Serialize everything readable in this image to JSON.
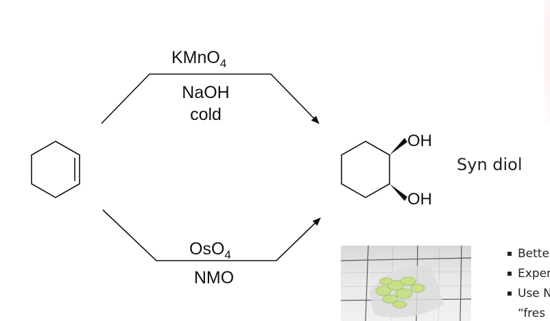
{
  "reaction": {
    "upper_reagents": {
      "line1_base": "KMnO",
      "line1_sub": "4",
      "line2": "NaOH",
      "line3": "cold"
    },
    "lower_reagents": {
      "line1_base": "OsO",
      "line1_sub": "4",
      "line2": "NMO"
    },
    "product": {
      "group_top": "OH",
      "group_bottom": "OH",
      "label": "Syn diol"
    }
  },
  "notes": {
    "bullets": [
      "Bette",
      "Exper",
      "Use N"
    ],
    "continuation": "“fres"
  },
  "colors": {
    "ink": "#111111",
    "photo_crystals": "#c8e08a"
  }
}
